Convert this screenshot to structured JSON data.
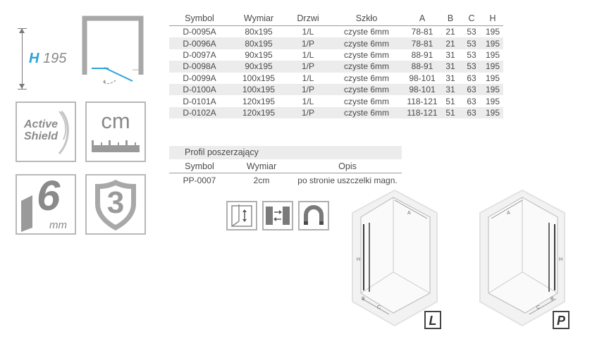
{
  "height_indicator": {
    "prefix": "H",
    "value": "195"
  },
  "feature_icons": {
    "active_shield": {
      "line1": "Active",
      "line2": "Shield"
    },
    "cm": {
      "text": "cm"
    },
    "glass": {
      "number": "6",
      "unit": "mm"
    },
    "warranty": {
      "number": "3"
    }
  },
  "main_table": {
    "headers": [
      "Symbol",
      "Wymiar",
      "Drzwi",
      "Szkło",
      "A",
      "B",
      "C",
      "H"
    ],
    "rows": [
      [
        "D-0095A",
        "80x195",
        "1/L",
        "czyste 6mm",
        "78-81",
        "21",
        "53",
        "195"
      ],
      [
        "D-0096A",
        "80x195",
        "1/P",
        "czyste 6mm",
        "78-81",
        "21",
        "53",
        "195"
      ],
      [
        "D-0097A",
        "90x195",
        "1/L",
        "czyste 6mm",
        "88-91",
        "31",
        "53",
        "195"
      ],
      [
        "D-0098A",
        "90x195",
        "1/P",
        "czyste 6mm",
        "88-91",
        "31",
        "53",
        "195"
      ],
      [
        "D-0099A",
        "100x195",
        "1/L",
        "czyste 6mm",
        "98-101",
        "31",
        "63",
        "195"
      ],
      [
        "D-0100A",
        "100x195",
        "1/P",
        "czyste 6mm",
        "98-101",
        "31",
        "63",
        "195"
      ],
      [
        "D-0101A",
        "120x195",
        "1/L",
        "czyste 6mm",
        "118-121",
        "51",
        "63",
        "195"
      ],
      [
        "D-0102A",
        "120x195",
        "1/P",
        "czyste 6mm",
        "118-121",
        "51",
        "63",
        "195"
      ]
    ]
  },
  "profile": {
    "title": "Profil poszerzający",
    "headers": [
      "Symbol",
      "Wymiar",
      "Opis"
    ],
    "rows": [
      [
        "PP-0007",
        "2cm",
        "po stronie uszczelki magn."
      ]
    ]
  },
  "diagrams": {
    "left": {
      "badge": "L",
      "label_a": "A",
      "label_b": "B",
      "label_c": "C",
      "label_h": "H"
    },
    "right": {
      "badge": "P",
      "label_a": "A",
      "label_b": "B",
      "label_c": "C",
      "label_h": "H"
    }
  }
}
